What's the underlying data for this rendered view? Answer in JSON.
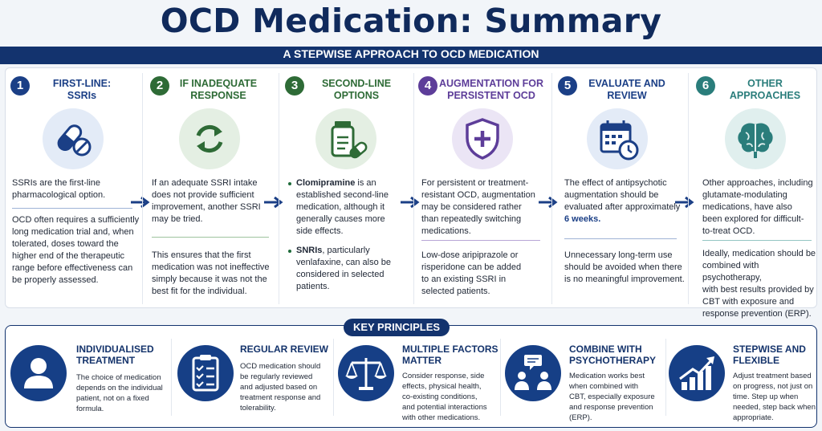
{
  "header": {
    "title": "OCD Medication: Summary",
    "subtitle": "A STEPWISE APPROACH TO OCD MEDICATION"
  },
  "colors": {
    "navy": "#102a5c",
    "step1": "#1b3f86",
    "step2": "#2e6b36",
    "step3": "#2e6b36",
    "step4": "#5d3d99",
    "step5": "#1b3f86",
    "step6": "#2a7d7b"
  },
  "steps": [
    {
      "number": "1",
      "title_line1": "FIRST-LINE:",
      "title_line2": "SSRIs",
      "icon": "capsule-pill-icon",
      "p1": [
        "SSRIs are the first-line",
        "pharmacological option."
      ],
      "p2": [
        "OCD often requires a sufficiently",
        "long medication trial and, when",
        "tolerated, doses toward the",
        "higher end of the therapeutic",
        "range before effectiveness can",
        "be properly assessed."
      ]
    },
    {
      "number": "2",
      "title_line1": "IF INADEQUATE",
      "title_line2": "RESPONSE",
      "icon": "refresh-icon",
      "p1": [
        "If an adequate SSRI intake",
        "does not provide sufficient",
        "improvement, another SSRI",
        "may be tried."
      ],
      "p2": [
        "This ensures that the first",
        "medication was not ineffective",
        "simply because it was not the",
        "best fit for the individual."
      ]
    },
    {
      "number": "3",
      "title_line1": "SECOND-LINE",
      "title_line2": "OPTIONS",
      "icon": "medicine-bottle-icon",
      "b1_bold": "Clomipramine",
      "b1": [
        " is an",
        "established second-line",
        "medication, although it",
        "generally causes more",
        "side effects."
      ],
      "b2_bold": "SNRIs",
      "b2": [
        ", particularly",
        "venlafaxine, can also be",
        "considered in selected",
        "patients."
      ]
    },
    {
      "number": "4",
      "title_line1": "AUGMENTATION FOR",
      "title_line2": "PERSISTENT OCD",
      "icon": "shield-plus-icon",
      "p1": [
        "For persistent or treatment-",
        "resistant OCD, augmentation",
        "may be considered rather",
        "than repeatedly switching",
        "medications."
      ],
      "p2": [
        "Low-dose aripiprazole or",
        "risperidone can be added",
        "to an existing SSRI in",
        "selected patients."
      ]
    },
    {
      "number": "5",
      "title_line1": "EVALUATE AND",
      "title_line2": "REVIEW",
      "icon": "calendar-clock-icon",
      "p1": [
        "The effect of antipsychotic",
        "augmentation should be",
        "evaluated after approximately"
      ],
      "p1_bold": "6 weeks.",
      "p2": [
        "Unnecessary long-term use",
        "should be avoided when there",
        "is no meaningful improvement."
      ]
    },
    {
      "number": "6",
      "title_line1": "OTHER",
      "title_line2": "APPROACHES",
      "icon": "brain-icon",
      "p1": [
        "Other approaches, including",
        "glutamate-modulating",
        "medications, have also",
        "been explored for difficult-",
        "to-treat OCD."
      ],
      "p2": [
        "Ideally, medication should be",
        "combined with psychotherapy,",
        "with best results provided by",
        "CBT with exposure and",
        "response prevention (ERP)."
      ]
    }
  ],
  "key_principles": {
    "label": "KEY PRINCIPLES",
    "items": [
      {
        "title_line1": "INDIVIDUALISED",
        "title_line2": "TREATMENT",
        "icon": "person-icon",
        "text": [
          "The choice of medication",
          "depends on the individual",
          "patient, not on a fixed",
          "formula."
        ]
      },
      {
        "title_line1": "REGULAR REVIEW",
        "title_line2": "",
        "icon": "clipboard-checklist-icon",
        "text": [
          "OCD medication should",
          "be regularly reviewed",
          "and adjusted based on",
          "treatment response and",
          "tolerability."
        ]
      },
      {
        "title_line1": "MULTIPLE FACTORS",
        "title_line2": "MATTER",
        "icon": "scales-icon",
        "text": [
          "Consider response, side",
          "effects, physical health,",
          "co-existing conditions,",
          "and potential interactions",
          "with other medications."
        ]
      },
      {
        "title_line1": "COMBINE WITH",
        "title_line2": "PSYCHOTHERAPY",
        "icon": "therapy-group-icon",
        "text": [
          "Medication works best",
          "when combined with",
          "CBT, especially exposure",
          "and response prevention",
          "(ERP)."
        ]
      },
      {
        "title_line1": "STEPWISE AND",
        "title_line2": "FLEXIBLE",
        "icon": "growth-chart-icon",
        "text": [
          "Adjust treatment based",
          "on progress, not just on",
          "time. Step up when",
          "needed, step back when",
          "appropriate."
        ]
      }
    ]
  }
}
